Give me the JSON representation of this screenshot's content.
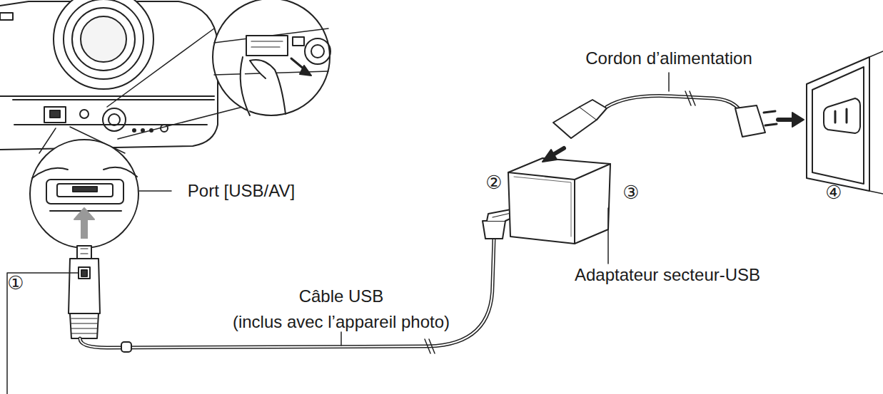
{
  "diagram": {
    "labels": [
      "Cordon d’alimentation",
      "②",
      "③",
      "④",
      "Port [USB/AV]",
      "Adaptateur secteur-USB",
      "①",
      "Câble USB (inclus avec l’appareil photo)"
    ]
  }
}
